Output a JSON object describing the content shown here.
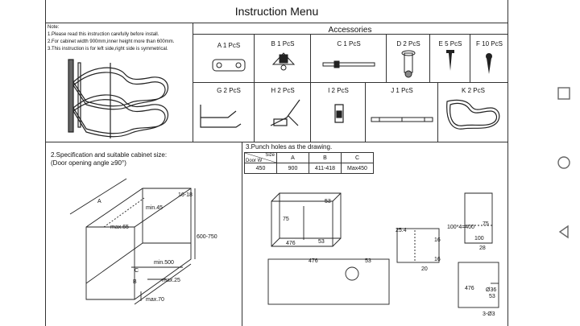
{
  "document": {
    "title": "Instruction Menu",
    "note": {
      "heading": "Note:",
      "lines": [
        "1.Please read this instruction carefully before install.",
        "2.For cabinet width 900mm,inner height more than 600mm.",
        "3.This instruction is for left side,right side is symmetrical."
      ]
    },
    "accessories": {
      "title": "Accessories",
      "row1": [
        "A 1 PcS",
        "B 1 PcS",
        "C 1 PcS",
        "D 2 PcS",
        "E 5 PcS",
        "F 10 PcS"
      ],
      "row2": [
        "G 2 PcS",
        "H 2 PcS",
        "I 2 PcS",
        "J 1 PcS",
        "K 2 PcS"
      ]
    },
    "spec": {
      "title_line1": "2.Specification and suitable cabinet size:",
      "title_line2": "(Door opening angle ≥90°)",
      "dims": {
        "a": "A",
        "b": "B",
        "c": "C",
        "h1618": "16-18",
        "min45": "min.45",
        "max65": "max.65",
        "h600750": "600-750",
        "min500": "min.500",
        "max25": "max.25",
        "max70": "max.70"
      }
    },
    "punch": {
      "title": "3.Punch holes as the drawing.",
      "table": {
        "corner_top": "Size",
        "corner_bottom": "Door W",
        "headers": [
          "A",
          "B",
          "C"
        ],
        "row": [
          "450",
          "900",
          "411-418",
          "Max450"
        ]
      },
      "dims": {
        "d53a": "53",
        "d75a": "75",
        "d476a": "476",
        "d53b": "53",
        "d254": "25.4",
        "d16a": "16",
        "d16b": "16",
        "d20": "20",
        "d476b": "476",
        "d53c": "53",
        "d1004": "100*4=400",
        "d75b": "75",
        "d100": "100",
        "d28": "28",
        "d476c": "476",
        "d36": "Ø36",
        "d53d": "53",
        "d3": "3-Ø3"
      }
    }
  },
  "navigation": {
    "square_icon": "recent-apps",
    "circle_icon": "home",
    "triangle_icon": "back"
  }
}
